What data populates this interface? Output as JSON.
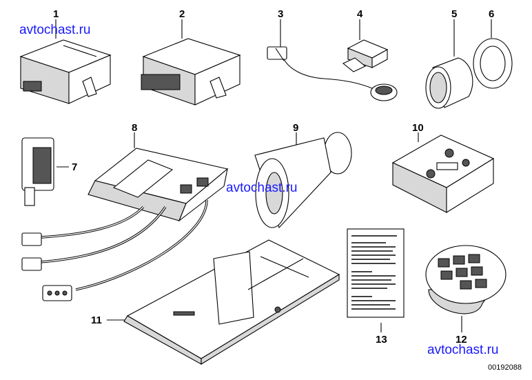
{
  "watermarks": [
    "avtochast.ru",
    "avtochast.ru",
    "avtochast.ru"
  ],
  "part_numbers": [
    "1",
    "2",
    "3",
    "4",
    "5",
    "6",
    "7",
    "8",
    "9",
    "10",
    "11",
    "12",
    "13"
  ],
  "diagram_code": "00192088"
}
